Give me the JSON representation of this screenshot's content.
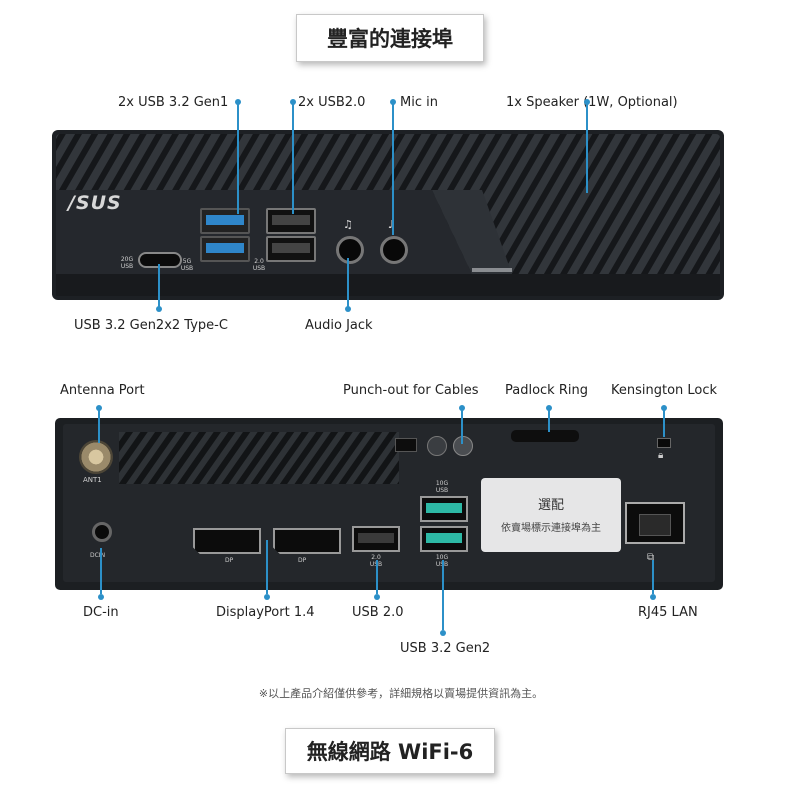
{
  "header": {
    "title": "豐富的連接埠"
  },
  "front": {
    "labels": {
      "usb32gen1": "2x USB 3.2 Gen1",
      "usb20": "2x USB2.0",
      "mic": "Mic in",
      "speaker": "1x Speaker (1W, Optional)",
      "typec": "USB 3.2 Gen2x2 Type-C",
      "audio": "Audio Jack"
    },
    "logo": "/SUS",
    "port_marks": {
      "typec": "20G USB",
      "usb_a1": "5G USB",
      "usb_a2": "2.0 USB"
    }
  },
  "rear": {
    "labels": {
      "antenna": "Antenna Port",
      "punchout": "Punch-out for Cables",
      "padlock": "Padlock Ring",
      "kensington": "Kensington Lock",
      "dcin": "DC-in",
      "displayport": "DisplayPort 1.4",
      "usb20": "USB 2.0",
      "usb32gen2": "USB 3.2 Gen2",
      "rj45": "RJ45 LAN"
    },
    "port_marks": {
      "ant": "ANT1",
      "dp": "DP",
      "usb": "USB",
      "usb2": "2.0 USB",
      "usb10g": "10G USB",
      "dcin": "DCIN"
    },
    "option_tag": {
      "title": "選配",
      "subtitle": "依賣場標示連接埠為主"
    }
  },
  "footer": {
    "note": "※以上產品介紹僅供參考，詳細規格以賣場提供資訊為主。",
    "wifi_title": "無線網路 WiFi-6"
  },
  "colors": {
    "leader": "#2c90c8",
    "usb3": "#2f86c9",
    "usbgen2": "#2db8a4",
    "chassis": "#202327"
  }
}
